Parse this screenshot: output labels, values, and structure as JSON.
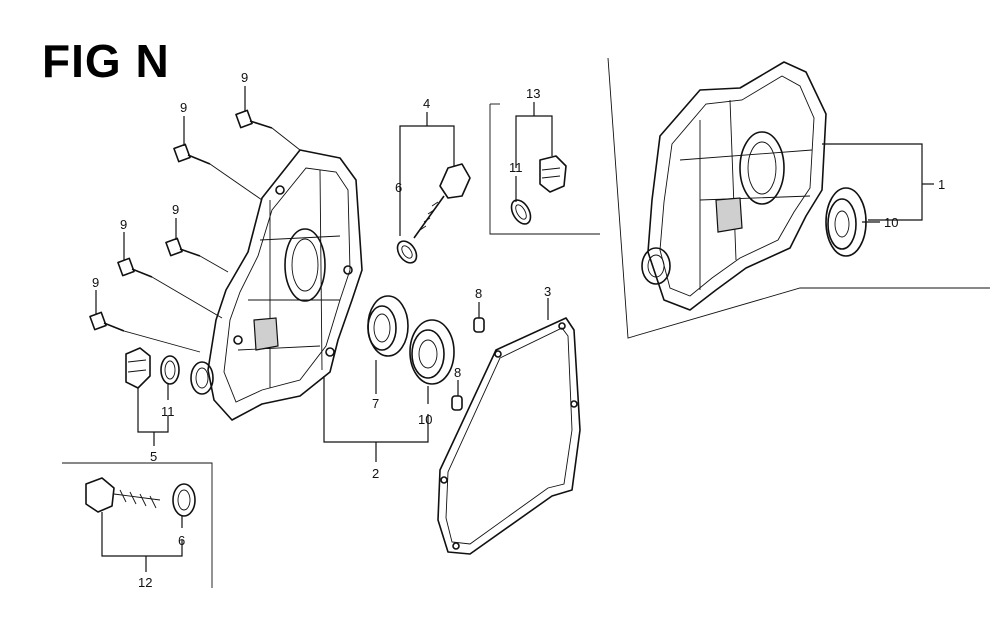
{
  "figure": {
    "title": "FIG N"
  },
  "callouts": {
    "c1": "1",
    "c2": "2",
    "c3": "3",
    "c4": "4",
    "c5": "5",
    "c6a": "6",
    "c6b": "6",
    "c7": "7",
    "c8a": "8",
    "c8b": "8",
    "c9a": "9",
    "c9b": "9",
    "c9c": "9",
    "c9d": "9",
    "c9e": "9",
    "c10a": "10",
    "c10b": "10",
    "c11a": "11",
    "c11b": "11",
    "c12": "12",
    "c13": "13"
  },
  "style": {
    "line_color": "#111111",
    "background": "#ffffff"
  }
}
